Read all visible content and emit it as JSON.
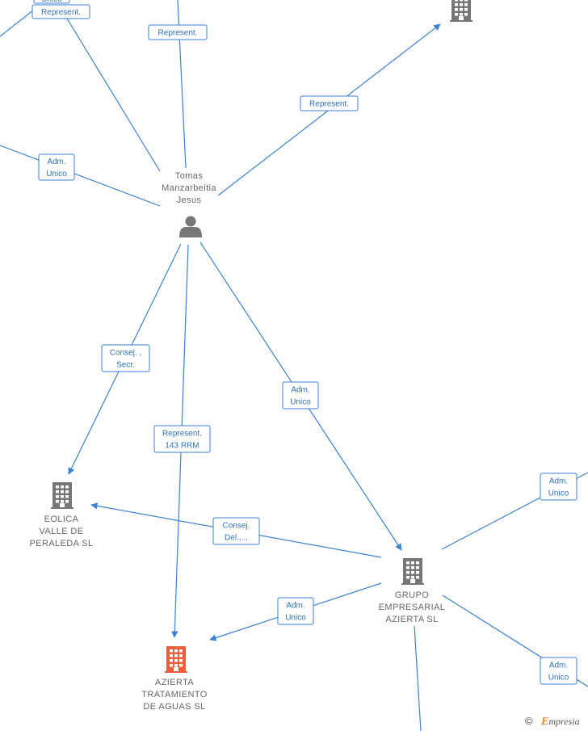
{
  "nodes": [
    {
      "id": "tomas",
      "type": "person",
      "lines": [
        "Tomas",
        "Manzarbeitia",
        "Jesus"
      ],
      "color": "#777777"
    },
    {
      "id": "top-company",
      "type": "company",
      "lines": [],
      "color": "#777777"
    },
    {
      "id": "eolica",
      "type": "company",
      "lines": [
        "EOLICA",
        "VALLE DE",
        "PERALEDA SL"
      ],
      "color": "#777777"
    },
    {
      "id": "grupo",
      "type": "company",
      "lines": [
        "GRUPO",
        "EMPRESARIAL",
        "AZIERTA SL"
      ],
      "color": "#777777"
    },
    {
      "id": "azierta",
      "type": "company",
      "lines": [
        "AZIERTA",
        "TRATAMIENTO",
        "DE AGUAS SL"
      ],
      "color": "#e8603c"
    }
  ],
  "edge_labels": [
    {
      "id": "lbl-top-left",
      "lines": [
        "Represent."
      ]
    },
    {
      "id": "lbl-top-center",
      "lines": [
        "Represent."
      ]
    },
    {
      "id": "lbl-top-right",
      "lines": [
        "Represent."
      ]
    },
    {
      "id": "lbl-left-adm",
      "lines": [
        "Adm.",
        "Unico"
      ]
    },
    {
      "id": "lbl-consej-secr",
      "lines": [
        "Consej. ,",
        "Secr."
      ]
    },
    {
      "id": "lbl-represent-rrm",
      "lines": [
        "Represent.",
        "143 RRM"
      ]
    },
    {
      "id": "lbl-tomas-grupo",
      "lines": [
        "Adm.",
        "Unico"
      ]
    },
    {
      "id": "lbl-grupo-eolica",
      "lines": [
        "Consej.",
        "Del.,..."
      ]
    },
    {
      "id": "lbl-grupo-azierta",
      "lines": [
        "Adm.",
        "Unico"
      ]
    },
    {
      "id": "lbl-grupo-right-top",
      "lines": [
        "Adm.",
        "Unico"
      ]
    },
    {
      "id": "lbl-grupo-right-bottom",
      "lines": [
        "Adm.",
        "Unico"
      ]
    }
  ],
  "partial_top_label": "Unico",
  "footer": {
    "copyright": "©",
    "brand_initial": "E",
    "brand_rest": "mpresia"
  },
  "colors": {
    "edge": "#3b82d6",
    "label_text": "#2f6fc0",
    "node_gray": "#777777",
    "node_highlight": "#e8603c"
  }
}
